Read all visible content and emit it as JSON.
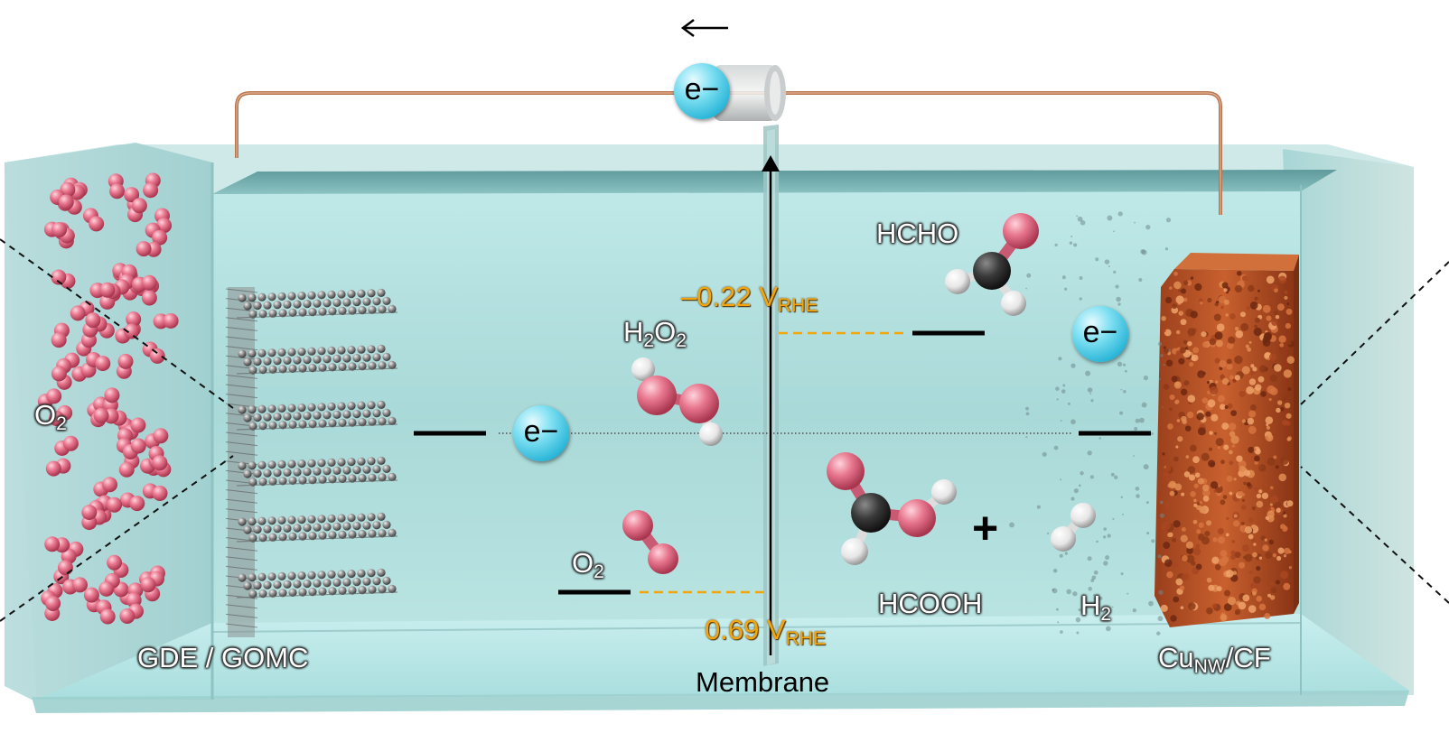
{
  "diagram": {
    "electron_label": "e−",
    "flow_arrow": "←",
    "o2_gas_label": "O",
    "o2_gas_sub": "2",
    "anode_label": "GDE / GOMC",
    "cathode_label_main": "Cu",
    "cathode_label_sub": "NW",
    "cathode_label_tail": "/CF",
    "membrane_label": "Membrane",
    "potential_top_value": "–0.22 V",
    "potential_top_sub": "RHE",
    "potential_bottom_value": "0.69 V",
    "potential_bottom_sub": "RHE",
    "h2o2_label_h": "H",
    "h2o2_label_sub1": "2",
    "h2o2_label_o": "O",
    "h2o2_label_sub2": "2",
    "o2_level_label": "O",
    "o2_level_sub": "2",
    "hcho_label": "HCHO",
    "hcooh_label": "HCOOH",
    "h2_label": "H",
    "h2_sub": "2",
    "plus_sign": "+"
  },
  "colors": {
    "electrolyte": "#a8dcdc",
    "potential_orange": "#f5a50a",
    "oxygen_pink": "#e06a82",
    "copper": "#b8532a",
    "electron_cyan": "#2bb6d8"
  }
}
